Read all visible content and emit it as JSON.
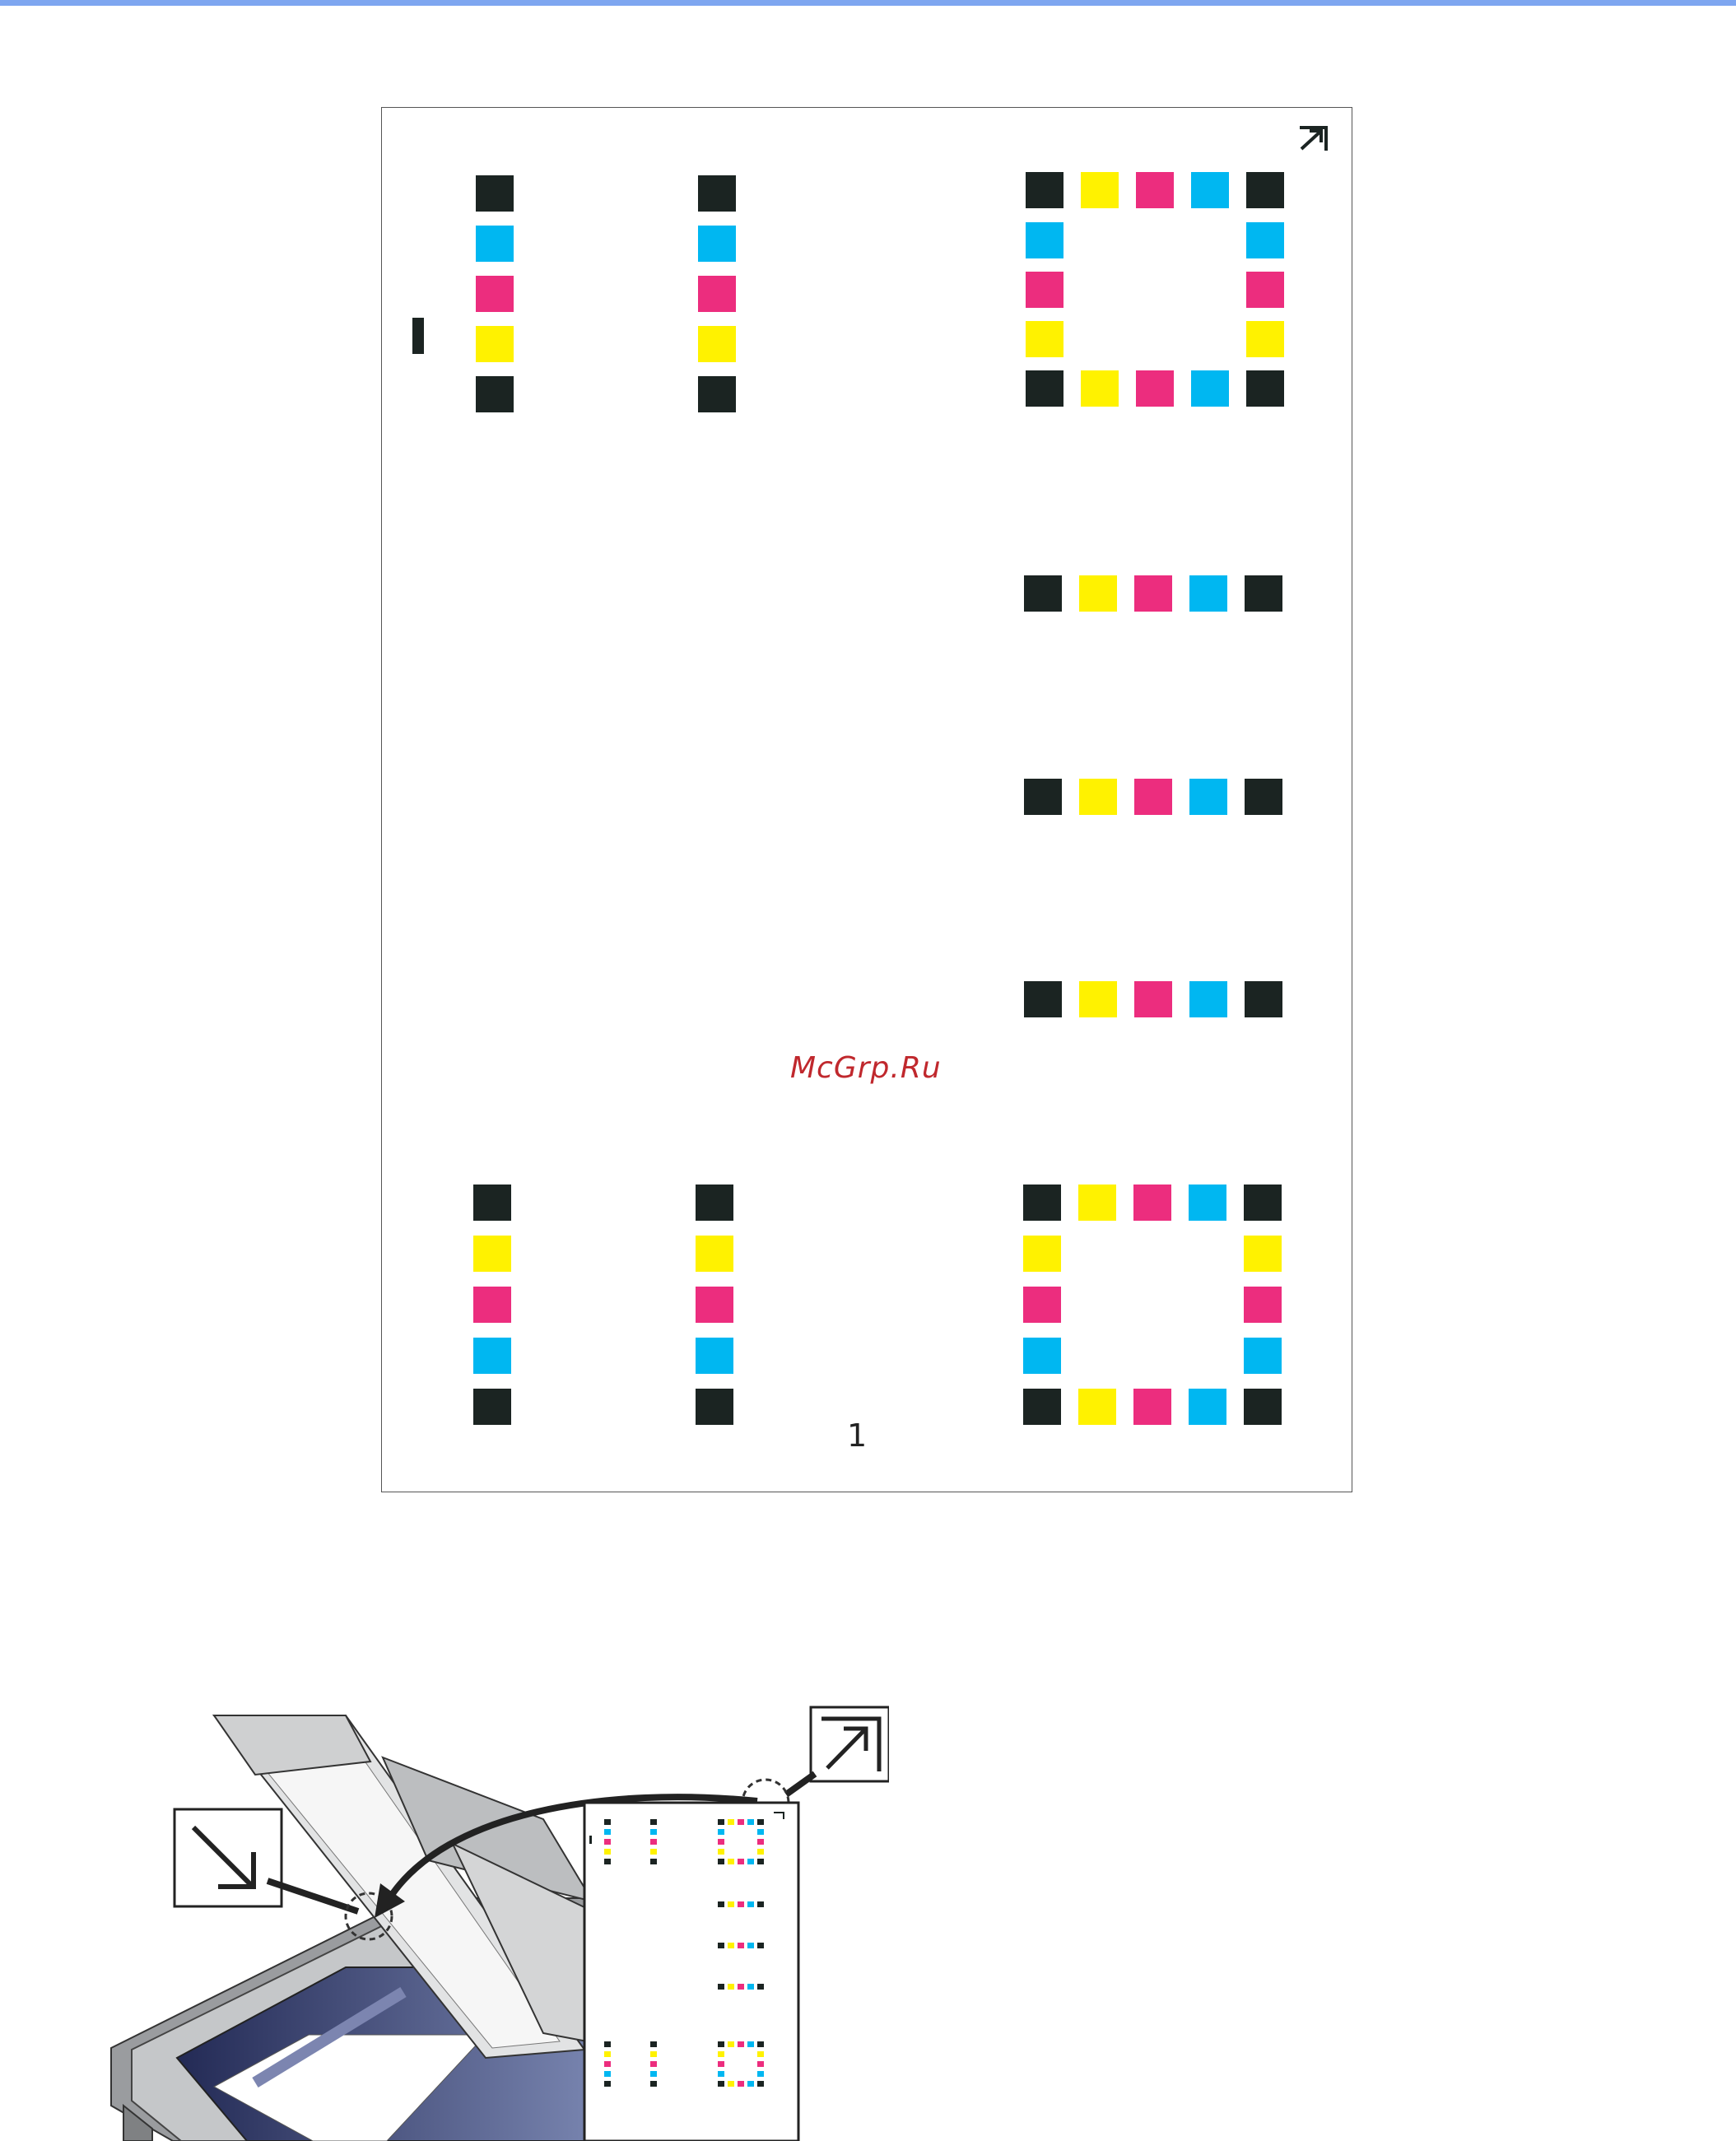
{
  "watermark": "McGrp.Ru",
  "page_number": "1",
  "colors": {
    "black": "#1b2422",
    "cyan": "#00b7f1",
    "magenta": "#ec2d7e",
    "yellow": "#fff200",
    "accent_rule": "#7ea6f0"
  },
  "icons": {
    "sheet_corner": "arrow-up-right-corner-icon",
    "callout_upper": "arrow-up-right-corner-icon",
    "callout_lower": "arrow-down-right-icon"
  },
  "patch_sequences": {
    "top_columns": [
      "black",
      "cyan",
      "magenta",
      "yellow",
      "black"
    ],
    "bottom_columns": [
      "black",
      "yellow",
      "magenta",
      "cyan",
      "black"
    ],
    "horizontal_rows": [
      "black",
      "yellow",
      "magenta",
      "cyan",
      "black"
    ]
  }
}
